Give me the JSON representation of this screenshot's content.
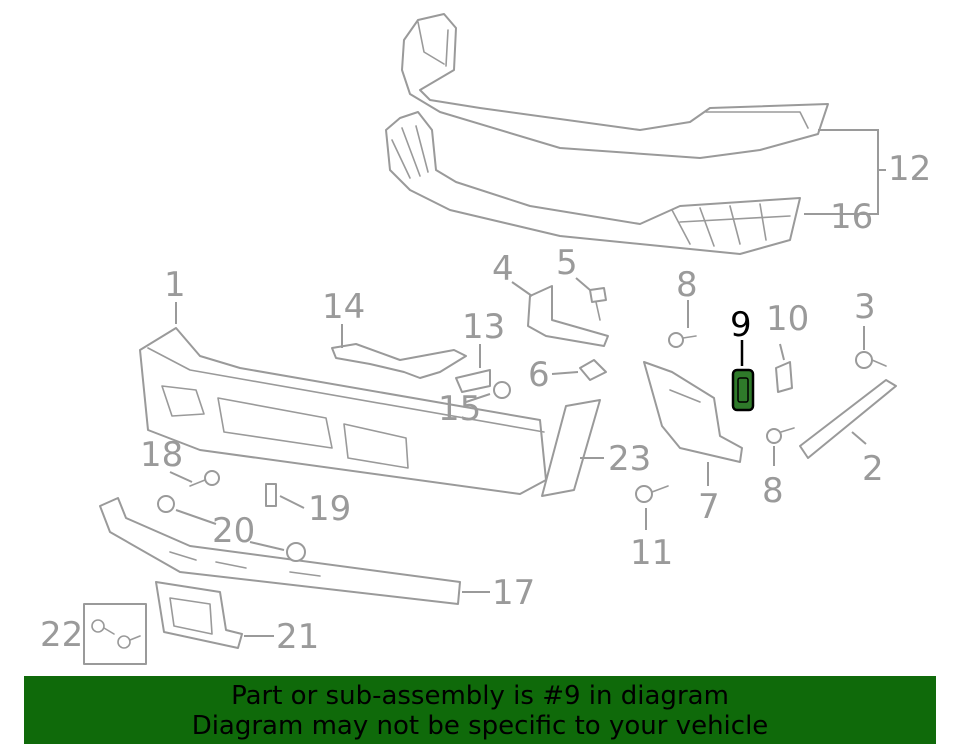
{
  "callouts": {
    "c1": "1",
    "c2": "2",
    "c3": "3",
    "c4": "4",
    "c5": "5",
    "c6": "6",
    "c7": "7",
    "c8a": "8",
    "c8b": "8",
    "c9": "9",
    "c10": "10",
    "c11": "11",
    "c12": "12",
    "c13": "13",
    "c14": "14",
    "c15": "15",
    "c16": "16",
    "c17": "17",
    "c18": "18",
    "c19": "19",
    "c20": "20",
    "c21": "21",
    "c22": "22",
    "c23": "23"
  },
  "highlight": {
    "part": "9",
    "color": "#2f7a2a"
  },
  "banner": {
    "line1": "Part or sub-assembly is #9 in diagram",
    "line2": "Diagram may not be specific to your vehicle",
    "color": "#0f6a0a"
  }
}
